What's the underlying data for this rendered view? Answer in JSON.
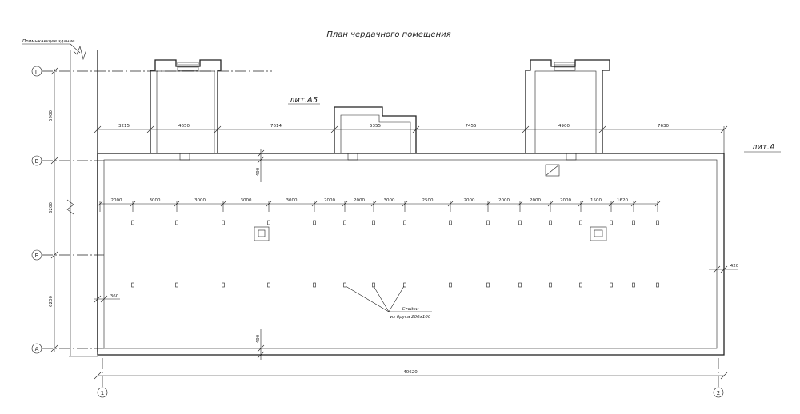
{
  "title": "План чердачного помещения",
  "adjacent_building_label": "Примыкающее здание",
  "lit_a5_label": "лит.А5",
  "lit_a_label": "лит.А",
  "posts_note_line1": "Стойки",
  "posts_note_line2": "из бруса 200х100",
  "axes": {
    "g": "Г",
    "v": "В",
    "b": "Б",
    "a": "А",
    "one": "1",
    "two": "2"
  },
  "dims": {
    "top_chain": [
      "3215",
      "4650",
      "7614",
      "5355",
      "7455",
      "4900",
      "7630"
    ],
    "post_chain": [
      "2000",
      "3000",
      "3000",
      "3000",
      "3000",
      "2000",
      "2000",
      "3000",
      "2500",
      "2000",
      "2000",
      "2000",
      "2000",
      "1500",
      "1620"
    ],
    "left_vertical": [
      "5900",
      "6200",
      "6200"
    ],
    "overall_length": "40620",
    "wall_top": "490",
    "wall_bottom": "490",
    "wall_right": "420",
    "wall_left": "360"
  },
  "colors": {
    "line": "#222222",
    "background": "#ffffff"
  }
}
